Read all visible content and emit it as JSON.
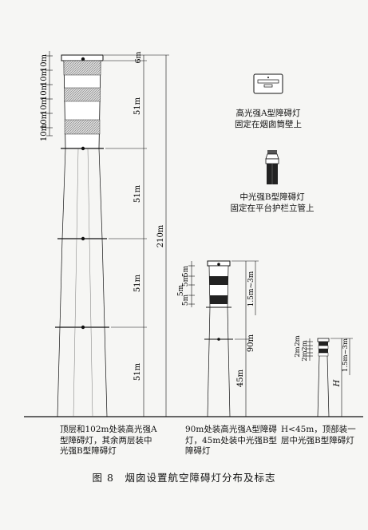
{
  "tall_chimney": {
    "left_dims": [
      "10m",
      "10m",
      "10m",
      "10m",
      "10m",
      "10m"
    ],
    "top_dim": "6m",
    "segment_dims": [
      "51m",
      "51m",
      "51m",
      "51m"
    ],
    "total_height": "210m",
    "caption": "顶层和102m处装高光强A型障碍灯，其余两层装中光强B型障碍灯"
  },
  "mid_chimney": {
    "left_dims": [
      "5m",
      "5m",
      "5m",
      "5m"
    ],
    "top_range": "1.5m~3m",
    "height": "90m",
    "lower_dim": "45m",
    "caption": "90m处装高光强A型障碍灯，45m处装中光强B型障碍灯"
  },
  "small_chimney": {
    "left_dims": [
      "2m",
      "2m",
      "2m",
      "2m"
    ],
    "top_range": "1.5m~3m",
    "height": "H",
    "caption": "H<45m，顶部装一层中光强B型障碍灯"
  },
  "legend": {
    "type_a": "高光强A型障碍灯\n固定在烟囱筒壁上",
    "type_b": "中光强B型障碍灯\n固定在平台护栏立管上"
  },
  "figure_caption": "图 8　烟囱设置航空障碍灯分布及标志"
}
